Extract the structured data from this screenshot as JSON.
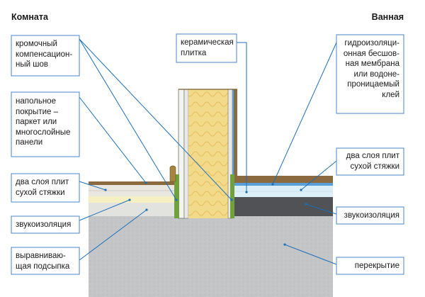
{
  "titles": {
    "left": "Комната",
    "right": "Ванная"
  },
  "labels": {
    "kromochny": [
      "кромочный",
      "компенсацион-",
      "ный шов"
    ],
    "napolnoe": [
      "напольное",
      "покрытие –",
      "паркет или",
      "многослойные",
      "панели"
    ],
    "dva_sloya_left": [
      "два слоя плит",
      "сухой стяжки"
    ],
    "zvuko_left": [
      "звукоизоляция"
    ],
    "vyravn": [
      "выравниваю-",
      "щая подсыпка"
    ],
    "keramika": [
      "керамическая",
      "плитка"
    ],
    "gidro": [
      "гидроизоляци-",
      "онная бесшов-",
      "ная мембрана",
      "или водоне-",
      "проницаемый",
      "клей"
    ],
    "dva_sloya_right": [
      "два слоя плит",
      "сухой стяжки"
    ],
    "zvuko_right": [
      "звукоизоляция"
    ],
    "perekrytie": [
      "перекрытие"
    ]
  },
  "colors": {
    "leader": "#1e6fb8",
    "box": "#4a86c8",
    "slab": "#c4c5c7",
    "parquet": "#8a6a3e",
    "insulation": "#f3d98a",
    "screed": "#e9e7df",
    "sound_left": "#f5efc2",
    "bath_sound": "#505255",
    "bath_screed": "#dceff8",
    "membrane": "#5aa0d8",
    "wall_frame": "#7a5a2e"
  }
}
